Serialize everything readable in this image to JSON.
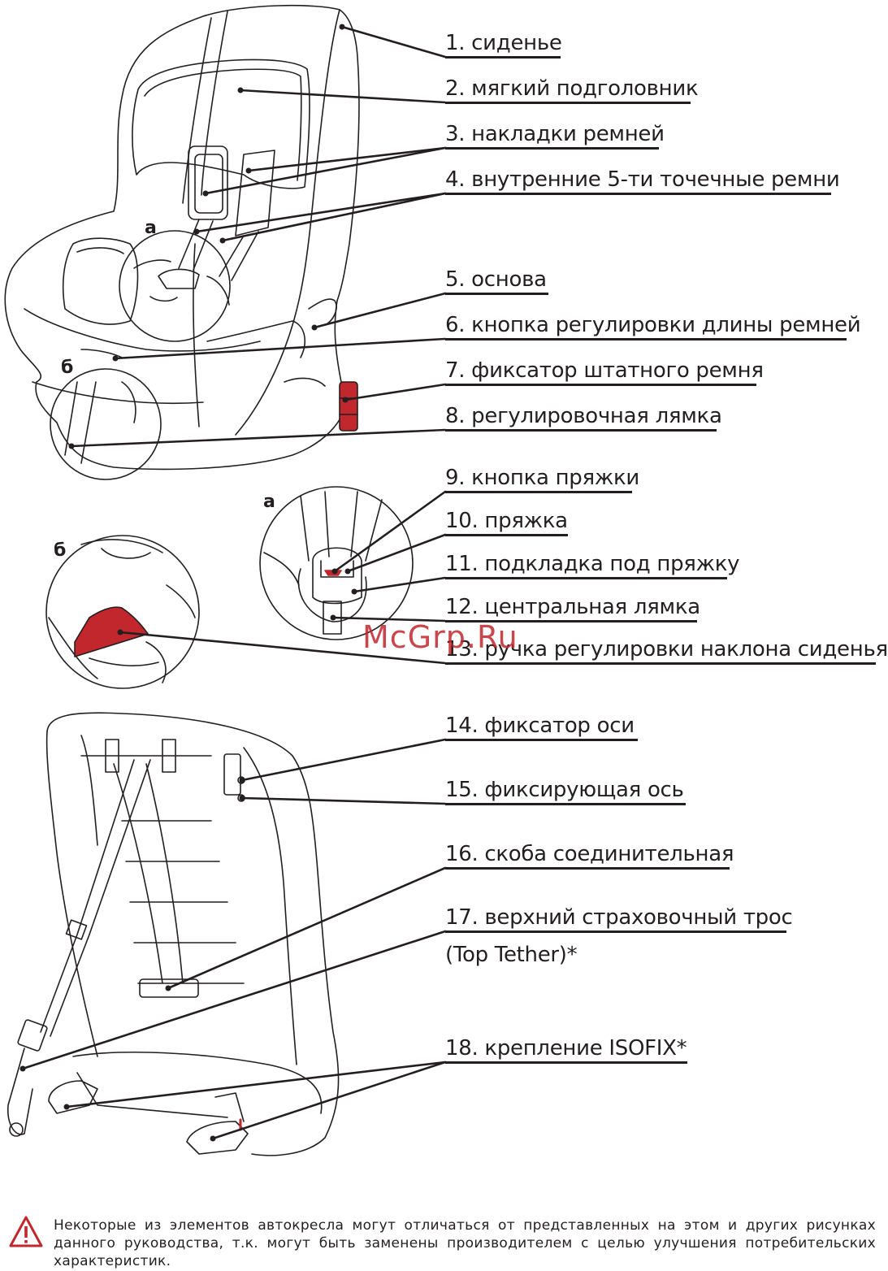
{
  "labels": [
    {
      "text": "1. сиденье"
    },
    {
      "text": "2. мягкий подголовник"
    },
    {
      "text": "3. накладки ремней"
    },
    {
      "text": "4. внутренние 5-ти точечные ремни"
    },
    {
      "text": "5. основа"
    },
    {
      "text": "6. кнопка регулировки длины ремней"
    },
    {
      "text": "7. фиксатор штатного ремня"
    },
    {
      "text": "8. регулировочная лямка"
    },
    {
      "text": "9. кнопка пряжки"
    },
    {
      "text": "10. пряжка"
    },
    {
      "text": "11. подкладка под пряжку"
    },
    {
      "text": "12. центральная лямка"
    },
    {
      "text": "13. ручка регулировки наклона сиденья"
    },
    {
      "text": "14. фиксатор оси"
    },
    {
      "text": "15. фиксирующая ось"
    },
    {
      "text": "16. скоба соединительная"
    },
    {
      "text": "17. верхний страховочный трос"
    },
    {
      "text": "(Top Tether)*"
    },
    {
      "text": "18. крепление ISOFIX*"
    }
  ],
  "detail_letters": {
    "a": "а",
    "b": "б"
  },
  "watermark": "McGrp.Ru",
  "note": "Некоторые из элементов автокресла могут отличаться от представленных на этом и других рисунках данного руководства, т.к. могут быть заменены производителем с целью улучшения потребительских характеристик.",
  "colors": {
    "ink": "#231f20",
    "accent": "#c1272d",
    "watermark": "#c0272d"
  },
  "icons": {
    "warning": "warning-triangle-icon"
  }
}
